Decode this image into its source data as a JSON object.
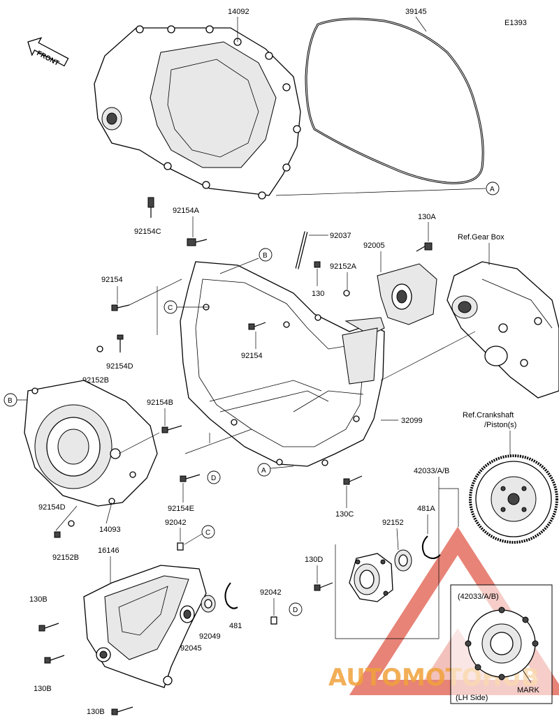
{
  "diagram": {
    "code": "E1393",
    "front_label": "FRONT",
    "parts": {
      "p14092": "14092",
      "p39145": "39145",
      "p92154C": "92154C",
      "p92154A": "92154A",
      "p92037": "92037",
      "p130A": "130A",
      "p92005": "92005",
      "p92152A": "92152A",
      "p130": "130",
      "p92154_top": "92154",
      "p92154_mid": "92154",
      "p92154D_a": "92154D",
      "p92152B_a": "92152B",
      "p92154B": "92154B",
      "p32099": "32099",
      "p92154E": "92154E",
      "p130C": "130C",
      "p92154D_b": "92154D",
      "p92152B_b": "92152B",
      "p14093": "14093",
      "p92042_a": "92042",
      "p16146": "16146",
      "p42033": "42033/A/B",
      "p481A": "481A",
      "p92152": "92152",
      "p130D": "130D",
      "p130B_a": "130B",
      "p130B_b": "130B",
      "p130B_c": "130B",
      "p92049": "92049",
      "p92045": "92045",
      "p481": "481",
      "p92042_b": "92042"
    },
    "refs": {
      "gear_box": "Ref.Gear Box",
      "crankshaft_1": "Ref.Crankshaft",
      "crankshaft_2": "/Piston(s)"
    },
    "callouts": {
      "A": "A",
      "B": "B",
      "C": "C",
      "D": "D"
    },
    "inset": {
      "title": "(42033/A/B)",
      "side": "(LH Side)",
      "mark": "MARK"
    },
    "watermark": "AUTOMOTOHUB"
  }
}
